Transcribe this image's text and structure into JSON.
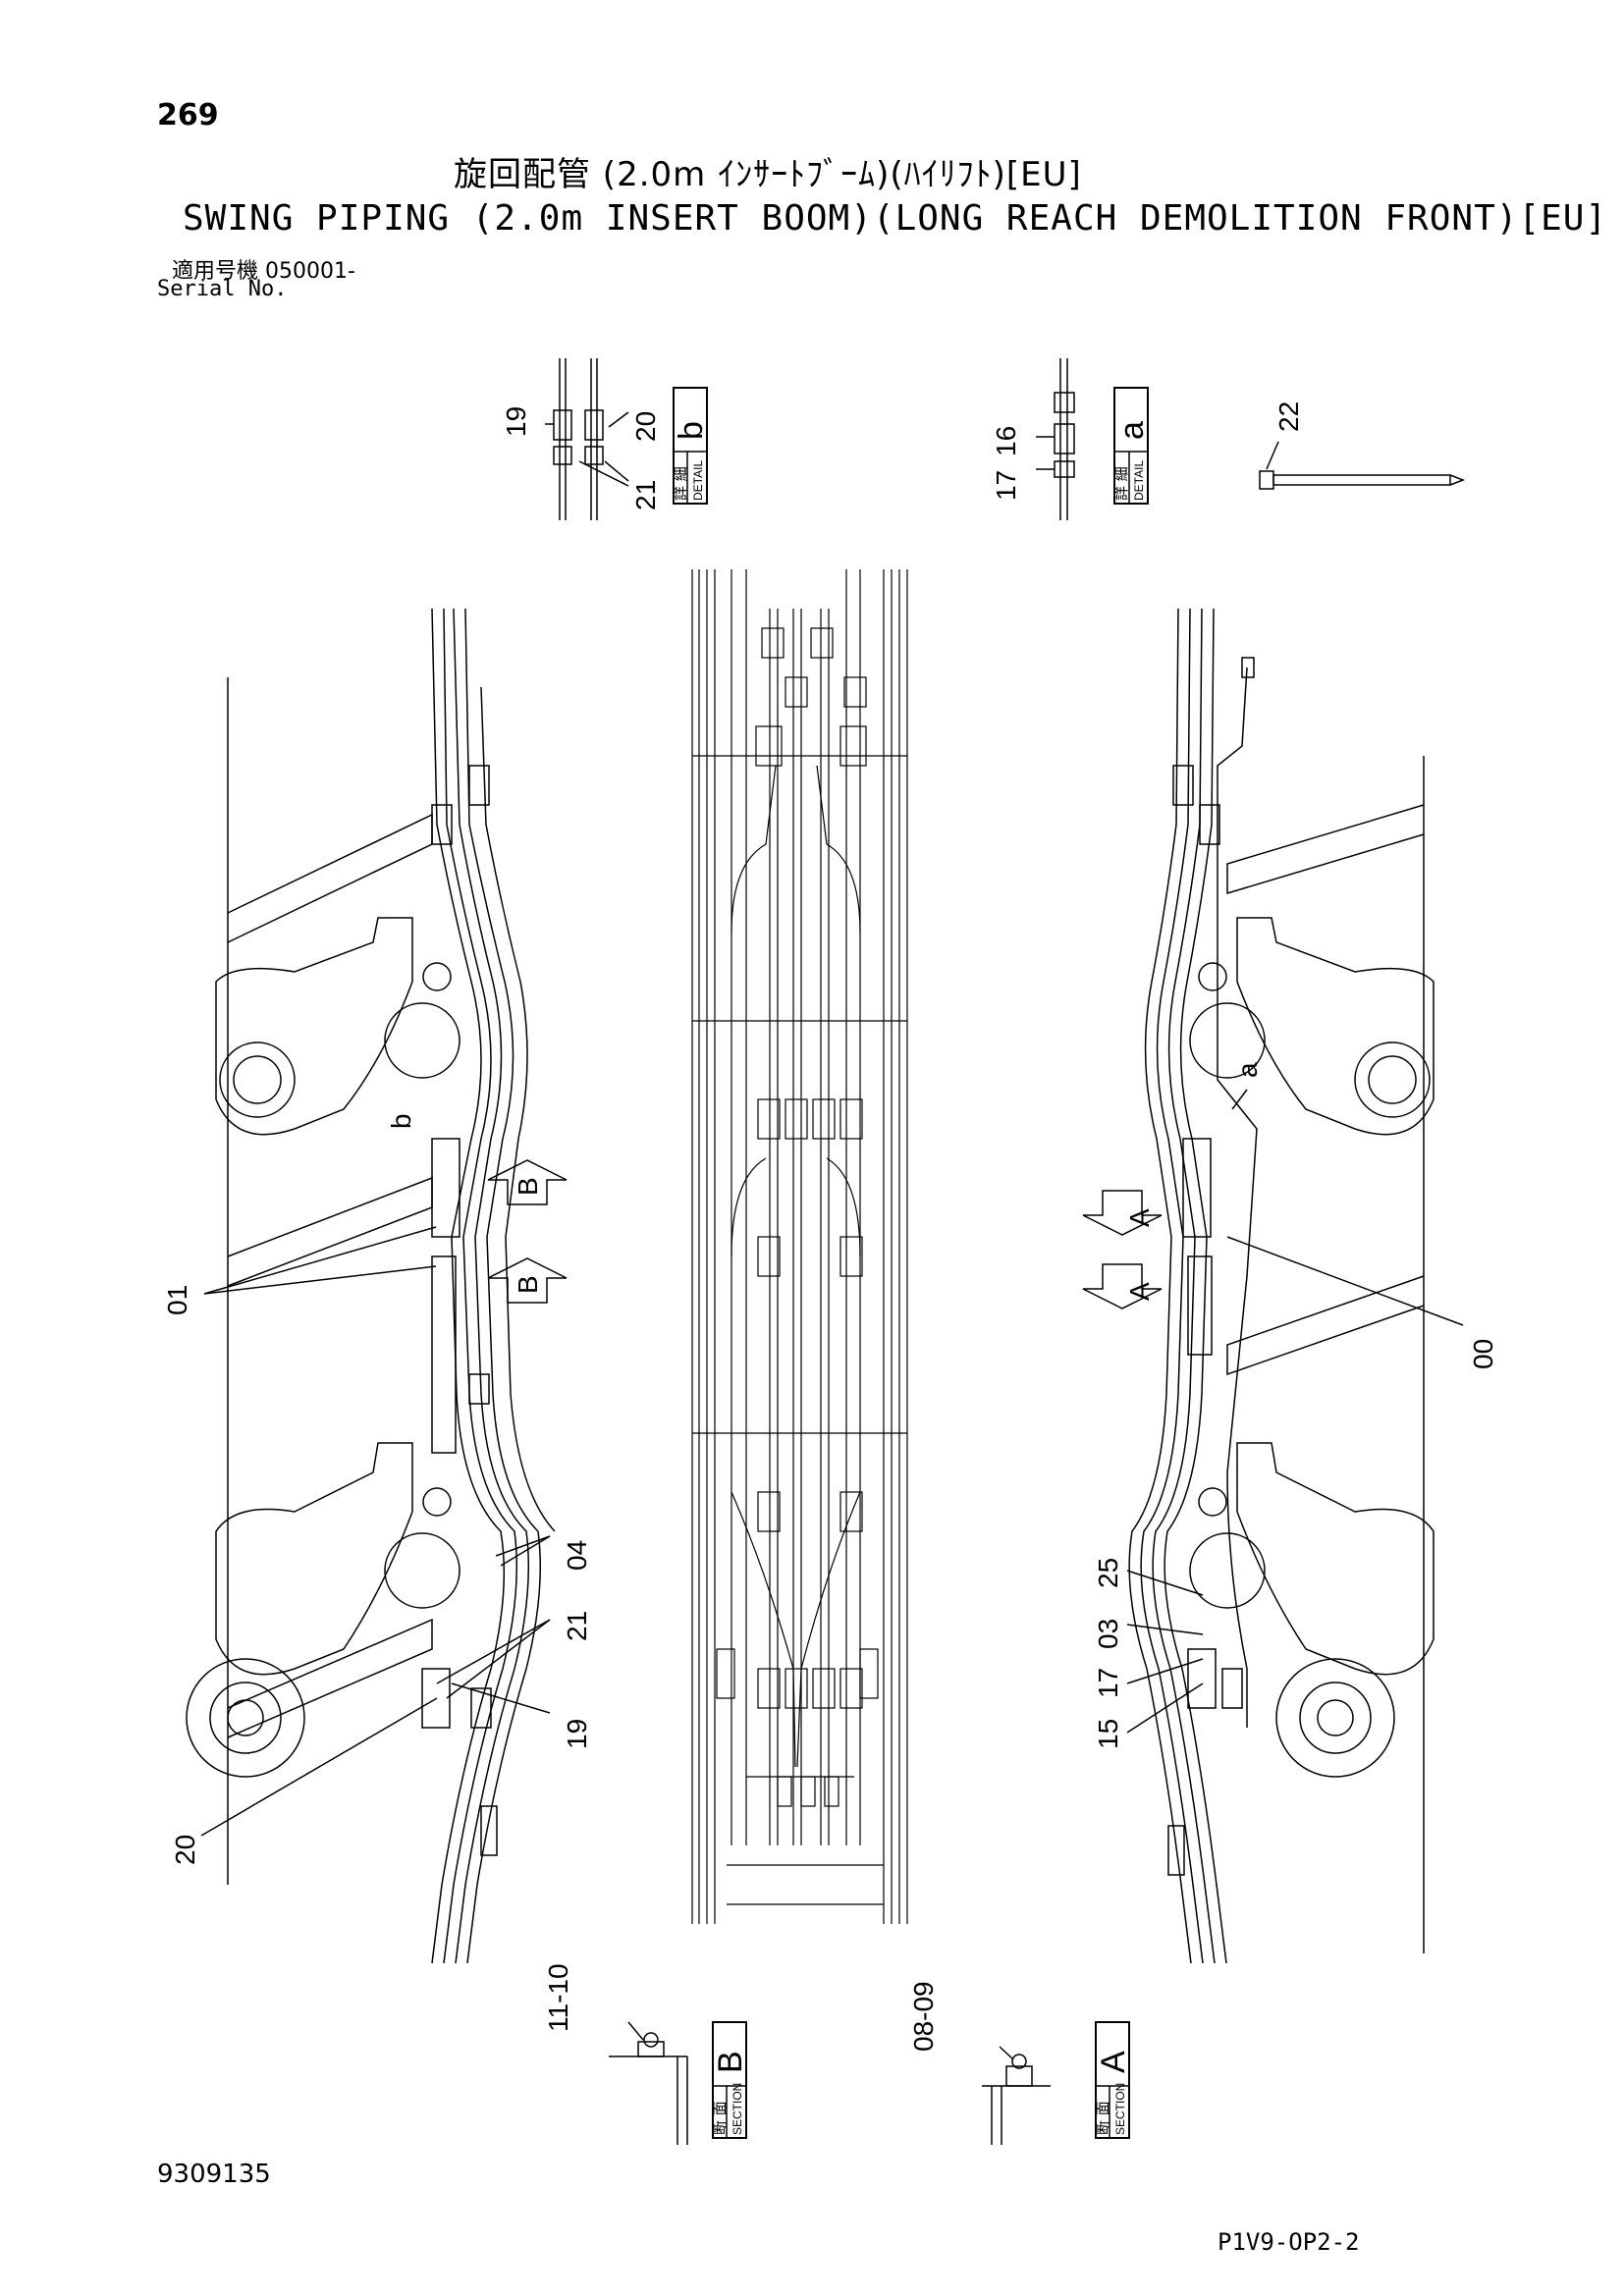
{
  "header": {
    "page_number": "269",
    "title_jp": "旋回配管 (2.0m ｲﾝｻｰﾄﾌﾞｰﾑ)(ﾊｲﾘﾌﾄ)[EU]",
    "title_en": "SWING PIPING (2.0m INSERT BOOM)(LONG REACH DEMOLITION FRONT)[EU]",
    "serial_jp": "適用号機  050001-",
    "serial_en": "Serial No."
  },
  "details": {
    "detail_b": {
      "letter": "b",
      "jp": "詳 細",
      "en": "DETAIL",
      "callouts": [
        "19",
        "20",
        "21"
      ]
    },
    "detail_a": {
      "letter": "a",
      "jp": "詳 細",
      "en": "DETAIL",
      "callouts": [
        "16",
        "17"
      ]
    },
    "part_22": {
      "callout": "22"
    }
  },
  "sections": {
    "section_b": {
      "letter": "B",
      "jp": "断 面",
      "en": "SECTION",
      "callouts": [
        "10",
        "11"
      ],
      "range": "11-10"
    },
    "section_a": {
      "letter": "A",
      "jp": "断 面",
      "en": "SECTION",
      "callouts": [
        "08",
        "09"
      ],
      "range": "08-09"
    }
  },
  "callouts_left": [
    "01",
    "04",
    "21",
    "19",
    "20"
  ],
  "callouts_right": [
    "00",
    "25",
    "03",
    "17",
    "15",
    "a"
  ],
  "view_markers": {
    "left": [
      "b",
      "B",
      "B"
    ],
    "right": [
      "A",
      "A"
    ]
  },
  "footer": {
    "doc_number": "9309135",
    "page_code": "P1V9-OP2-2"
  }
}
